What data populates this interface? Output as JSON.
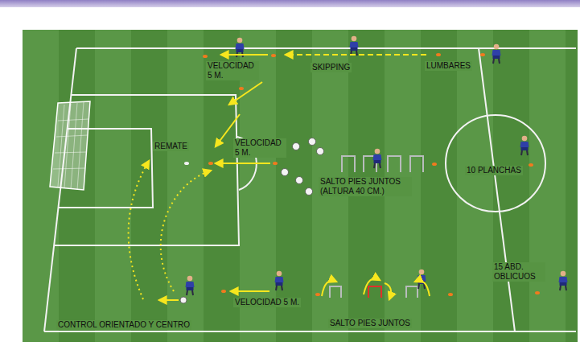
{
  "diagram": {
    "labels": [
      "VELOCIDAD 5 M.",
      "SKIPPING",
      "LUMBARES",
      "REMATE",
      "VELOCIDAD 5 M.",
      "SALTO PIES JUNTOS (ALTURA 40 CM.)",
      "10 PLANCHAS",
      "15 ABD. OBLICUOS",
      "VELOCIDAD 5 M.",
      "SALTO PIES JUNTOS",
      "CONTROL ORIENTADO Y CENTRO"
    ]
  }
}
